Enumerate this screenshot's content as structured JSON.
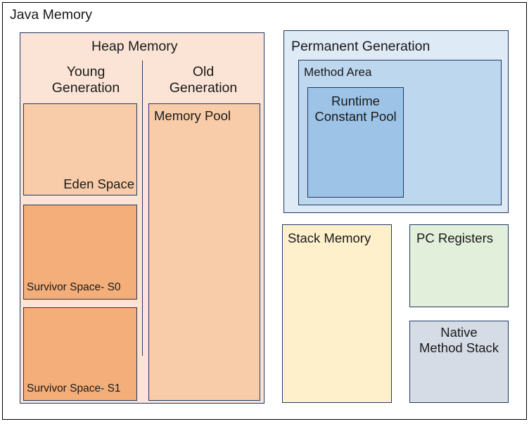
{
  "diagram": {
    "title": "Java Memory",
    "colors": {
      "outer_border": "#000000",
      "box_border": "#1F3864",
      "heap_background": "#FBE4D5",
      "eden_space": "#F8CCA8",
      "survivor_space": "#F4AE79",
      "memory_pool": "#F8CCA8",
      "permanent_generation": "#DEEAF6",
      "method_area": "#BDD7EE",
      "runtime_constant_pool": "#9DC3E6",
      "stack_memory": "#FDF0CB",
      "pc_registers": "#E2EFDA",
      "native_method_stack": "#D6DCE5"
    },
    "heap": {
      "title": "Heap Memory",
      "young_generation": {
        "label": "Young\nGeneration",
        "eden_space": "Eden Space",
        "survivor_s0": "Survivor Space- S0",
        "survivor_s1": "Survivor Space- S1"
      },
      "old_generation": {
        "label": "Old\nGeneration",
        "memory_pool": "Memory Pool"
      }
    },
    "permanent_generation": {
      "title": "Permanent Generation",
      "method_area": {
        "label": "Method Area",
        "runtime_constant_pool": "Runtime\nConstant Pool"
      }
    },
    "stack_memory": {
      "label": "Stack Memory"
    },
    "pc_registers": {
      "label": "PC Registers"
    },
    "native_method_stack": {
      "label": "Native\nMethod Stack"
    }
  }
}
